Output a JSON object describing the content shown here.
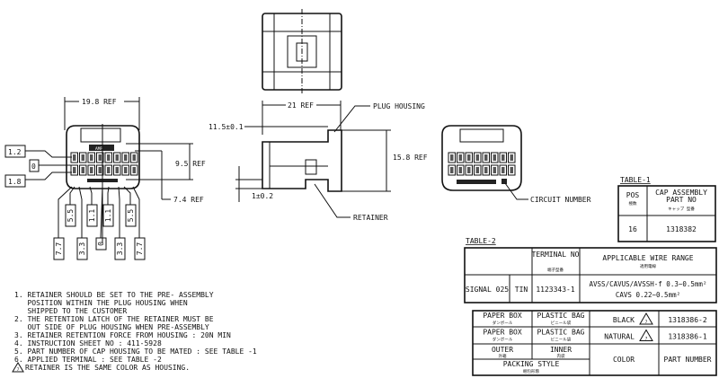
{
  "dimensions": {
    "width_ref": "19.8 REF",
    "height_ref_1": "9.5 REF",
    "height_ref_2": "7.4 REF",
    "side_width": "21 REF",
    "side_offset": "11.5±0.1",
    "side_height": "15.8 REF",
    "side_gap": "1±0.2",
    "row_labels": [
      "1.2",
      "0",
      "1.8"
    ],
    "col_labels_upper": [
      "5.5",
      "1.1",
      "1.1",
      "5.5"
    ],
    "col_labels_lower": [
      "7.7",
      "3.3",
      "0",
      "3.3",
      "7.7"
    ]
  },
  "callouts": {
    "plug_housing": "PLUG HOUSING",
    "retainer": "RETAINER",
    "circuit_number": "CIRCUIT NUMBER",
    "logo": "AMP"
  },
  "table1": {
    "title": "TABLE-1",
    "headers": [
      "POS",
      "CAP ASSEMBLY\nPART NO"
    ],
    "headers_jp": [
      "極数",
      "キャップ 型番"
    ],
    "rows": [
      [
        "16",
        "1318382"
      ]
    ]
  },
  "table2": {
    "title": "TABLE-2",
    "headers": [
      "",
      "TERMINAL NO",
      "APPLICABLE WIRE RANGE"
    ],
    "headers_jp": [
      "端子型番",
      "適用電線"
    ],
    "rows": [
      [
        "SIGNAL 025",
        "TIN",
        "1123343-1",
        "AVSS/CAVUS/AVSSH-f 0.3~0.5mm²",
        "CAVS 0.22~0.5mm²"
      ]
    ]
  },
  "parts_table": {
    "rows": [
      {
        "outer": "PAPER BOX",
        "outer_jp": "ダンボール",
        "inner": "PLASTIC BAG",
        "inner_jp": "ビニール袋",
        "color": "BLACK",
        "part": "1318386-2"
      },
      {
        "outer": "PAPER BOX",
        "outer_jp": "ダンボール",
        "inner": "PLASTIC BAG",
        "inner_jp": "ビニール袋",
        "color": "NATURAL",
        "part": "1318386-1"
      }
    ],
    "outer_label": "OUTER",
    "outer_label_jp": "外箱",
    "inner_label": "INNER",
    "inner_label_jp": "内袋",
    "packing_label": "PACKING STYLE",
    "packing_label_jp": "梱包形態",
    "color_label": "COLOR",
    "part_label": "PART NUMBER",
    "flag": "7"
  },
  "notes": [
    "1. RETAINER SHOULD BE SET TO THE PRE- ASSEMBLY",
    "   POSITION WITHIN THE PLUG HOUSING WHEN",
    "   SHIPPED TO THE CUSTOMER",
    "2. THE RETENTION LATCH OF THE RETAINER MUST BE",
    "   OUT SIDE OF PLUG HOUSING WHEN PRE-ASSEMBLY",
    "3. RETAINER RETENTION FORCE FROM HOUSING : 20N MIN",
    "4. INSTRUCTION SHEET NO : 411-5928",
    "5. PART NUMBER OF CAP HOUSING TO BE MATED : SEE TABLE -1",
    "6. APPLIED TERMINAL : SEE TABLE -2",
    "RETAINER IS THE SAME COLOR AS HOUSING."
  ]
}
